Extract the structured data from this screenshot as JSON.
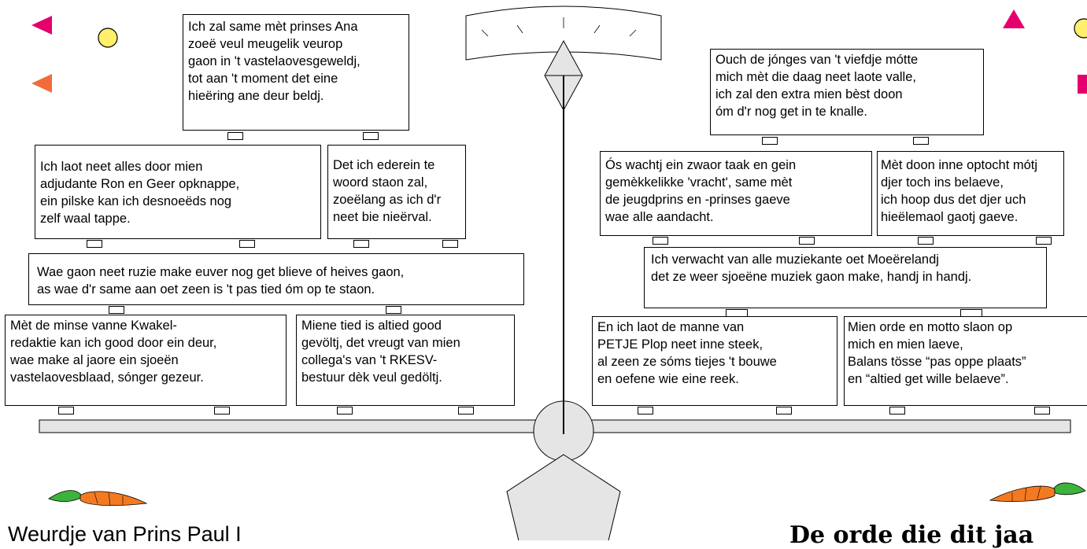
{
  "colors": {
    "pink": "#e5006e",
    "orange": "#f26b3a",
    "yellow": "#ffef6b",
    "carrot": "#f47a21",
    "leaf": "#3cb33c",
    "beam": "#e5e5e5"
  },
  "icons": [
    "triangle-pink-icon",
    "circle-yellow-icon",
    "triangle-orange-icon",
    "triangle-up-pink-icon",
    "square-pink-icon",
    "carrot-icon"
  ],
  "left_side": {
    "top": "Ich zal same mèt prinses Ana\nzoeë veul meugelik veurop\ngaon in 't vastelaovesgeweldj,\ntot aan 't moment det eine\nhieëring ane deur beldj.",
    "mid_left": "Ich laot neet alles door mien\nadjudante Ron en Geer opknappe,\nein pilske kan ich desnoeëds nog\nzelf  waal tappe.",
    "mid_right": "Det ich ederein te\nwoord staon zal,\nzoeëlang as ich d'r\nneet bie nieërval.",
    "wide": "Wae gaon neet ruzie make euver nog get blieve of heives gaon,\nas wae d'r same aan oet zeen is 't pas tied óm op te staon.",
    "bottom_left": "Mèt de minse vanne Kwakel-\nredaktie kan ich good door ein deur,\nwae make al jaore ein sjoeën\nvastelaovesblaad, sónger gezeur.",
    "bottom_right": "Miene tied is altied good\ngevöltj, det vreugt van mien\ncollega's van 't RKESV-\nbestuur dèk veul gedöltj."
  },
  "right_side": {
    "top": "Ouch de jónges van 't viefdje mótte\nmich mèt die daag neet laote valle,\nich zal den extra mien bèst doon\nóm d'r nog get in te knalle.",
    "mid_left": "Ós wachtj ein zwaor taak en gein\ngemèkkelikke 'vracht', same mèt\nde jeugdprins en -prinses gaeve\nwae alle aandacht.",
    "mid_right": "Mèt doon inne optocht mótj\ndjer toch ins belaeve,\nich hoop dus det djer uch\nhieëlemaol gaotj gaeve.",
    "wide": "Ich verwacht van alle muziekante oet Moeërelandj\ndet ze weer sjoeëne muziek gaon make, handj in handj.",
    "bottom_left": "En ich laot de manne van\nPETJE Plop neet inne steek,\nal zeen ze sóms tiejes 't bouwe\nen oefene wie eine reek.",
    "bottom_right": "Mien orde en motto slaon op\nmich en mien laeve,\nBalans tösse “pas oppe plaats”\nen “altied get wille belaeve”."
  },
  "captions": {
    "left": "Weurdje van Prins Paul I",
    "right": "De orde die dit jaa"
  }
}
